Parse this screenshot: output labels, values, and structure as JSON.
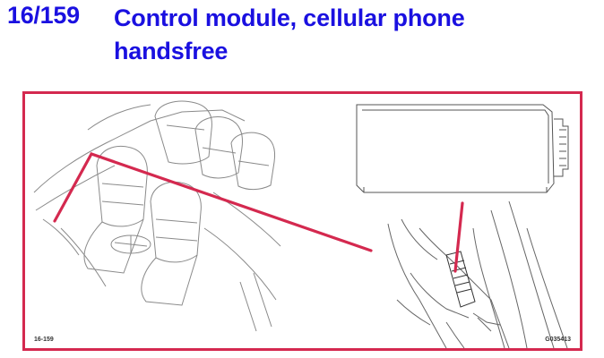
{
  "header": {
    "number": "16/159",
    "title": "Control module, cellular phone handsfree"
  },
  "figure": {
    "label_left": "16-159",
    "label_right": "G035413",
    "accent_color": "#d4294f",
    "title_color": "#1a10e0"
  }
}
